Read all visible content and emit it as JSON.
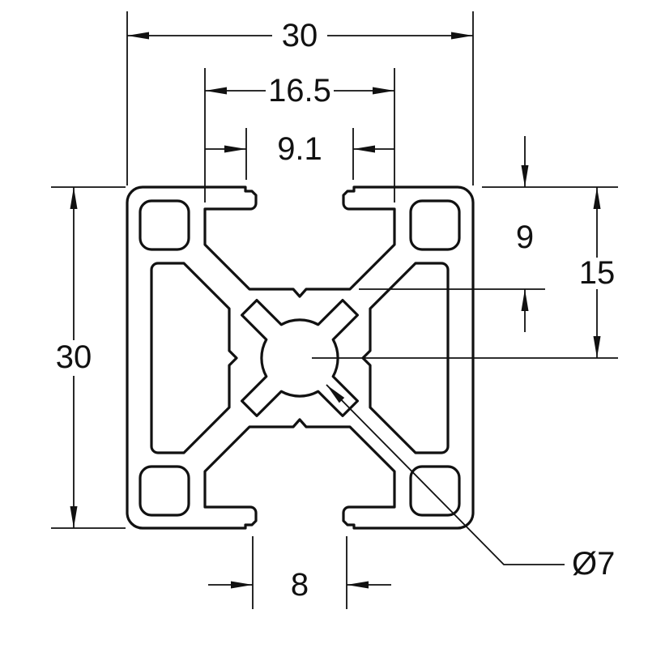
{
  "drawing": {
    "dimensions": {
      "overall_width": "30",
      "slot_spacing": "16.5",
      "top_opening": "9.1",
      "face_to_web": "9",
      "face_to_center": "15",
      "overall_height": "30",
      "bottom_opening": "8",
      "center_bore": "Ø7"
    },
    "colors": {
      "line": "#111111",
      "background": "#ffffff"
    }
  }
}
